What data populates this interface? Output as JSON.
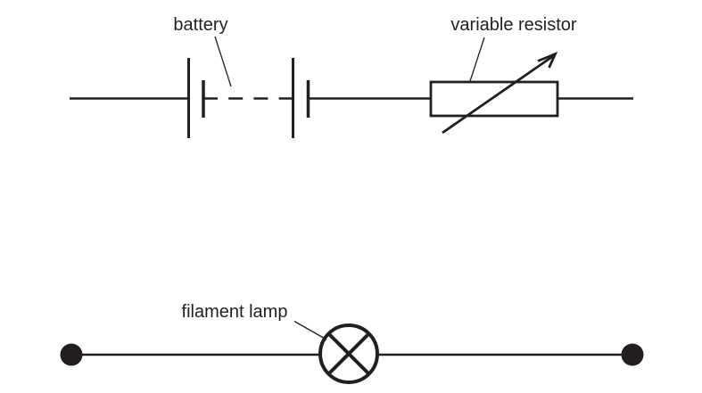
{
  "background_color": "#ffffff",
  "line_color": "#231f20",
  "labels": {
    "battery": "battery",
    "variable_resistor": "variable resistor",
    "filament_lamp": "filament lamp"
  }
}
